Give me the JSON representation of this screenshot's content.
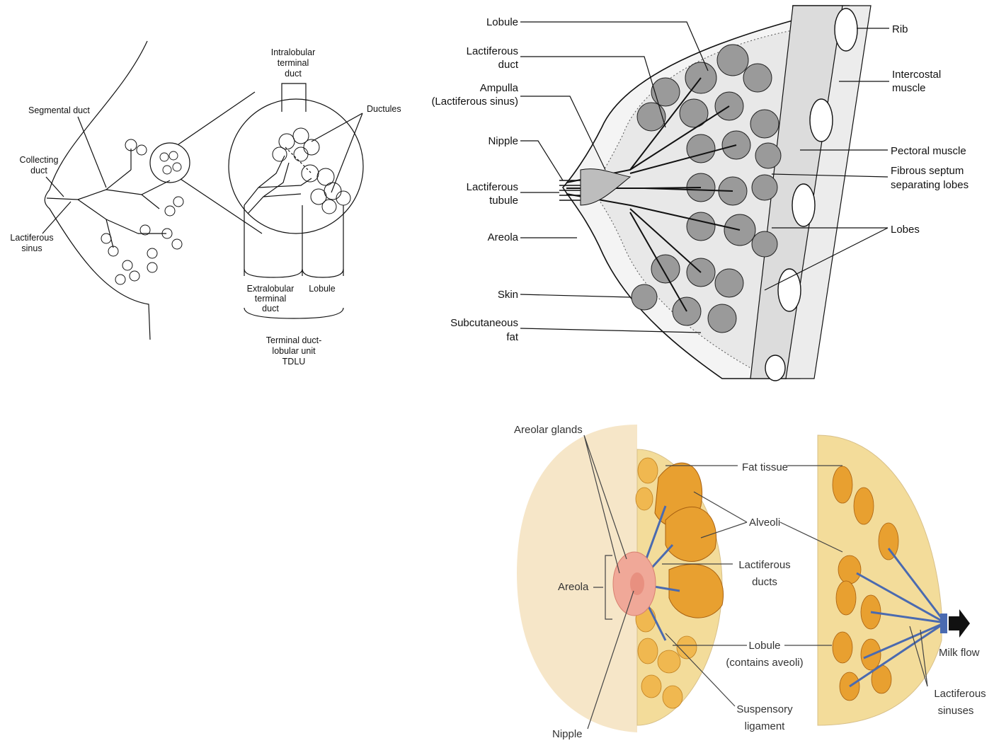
{
  "diagram_ductal_tree": {
    "labels": {
      "segmental_duct": "Segmental duct",
      "collecting_duct_1": "Collecting",
      "collecting_duct_2": "duct",
      "lactiferous_sinus_1": "Lactiferous",
      "lactiferous_sinus_2": "sinus",
      "intralobular_1": "Intralobular",
      "intralobular_2": "terminal",
      "intralobular_3": "duct",
      "ductules": "Ductules",
      "extralobular_1": "Extralobular",
      "extralobular_2": "terminal",
      "extralobular_3": "duct",
      "lobule": "Lobule",
      "tdlu_1": "Terminal duct-",
      "tdlu_2": "lobular unit",
      "tdlu_3": "TDLU"
    }
  },
  "diagram_cross_section": {
    "labels": {
      "lobule": "Lobule",
      "lactiferous_duct_1": "Lactiferous",
      "lactiferous_duct_2": "duct",
      "ampulla_1": "Ampulla",
      "ampulla_2": "(Lactiferous sinus)",
      "nipple": "Nipple",
      "lactiferous_tubule_1": "Lactiferous",
      "lactiferous_tubule_2": "tubule",
      "areola": "Areola",
      "skin": "Skin",
      "subcutaneous_fat_1": "Subcutaneous",
      "subcutaneous_fat_2": "fat",
      "rib": "Rib",
      "intercostal_1": "Intercostal",
      "intercostal_2": "muscle",
      "pectoral": "Pectoral muscle",
      "septum_1": "Fibrous septum",
      "septum_2": "separating lobes",
      "lobes": "Lobes"
    }
  },
  "diagram_color": {
    "labels": {
      "areolar_glands": "Areolar glands",
      "fat_tissue": "Fat tissue",
      "alveoli": "Alveoli",
      "areola": "Areola",
      "lactiferous_ducts_1": "Lactiferous",
      "lactiferous_ducts_2": "ducts",
      "lobule_1": "Lobule",
      "lobule_2": "(contains aveoli)",
      "milk_flow": "Milk flow",
      "suspensory_1": "Suspensory",
      "suspensory_2": "ligament",
      "lactiferous_sinuses_1": "Lactiferous",
      "lactiferous_sinuses_2": "sinuses",
      "nipple": "Nipple"
    },
    "colors": {
      "skin": "#f6e6c8",
      "fat": "#f3dc9a",
      "lobe": "#e8a030",
      "duct": "#4a6ab0",
      "areola": "#f0a898"
    }
  }
}
